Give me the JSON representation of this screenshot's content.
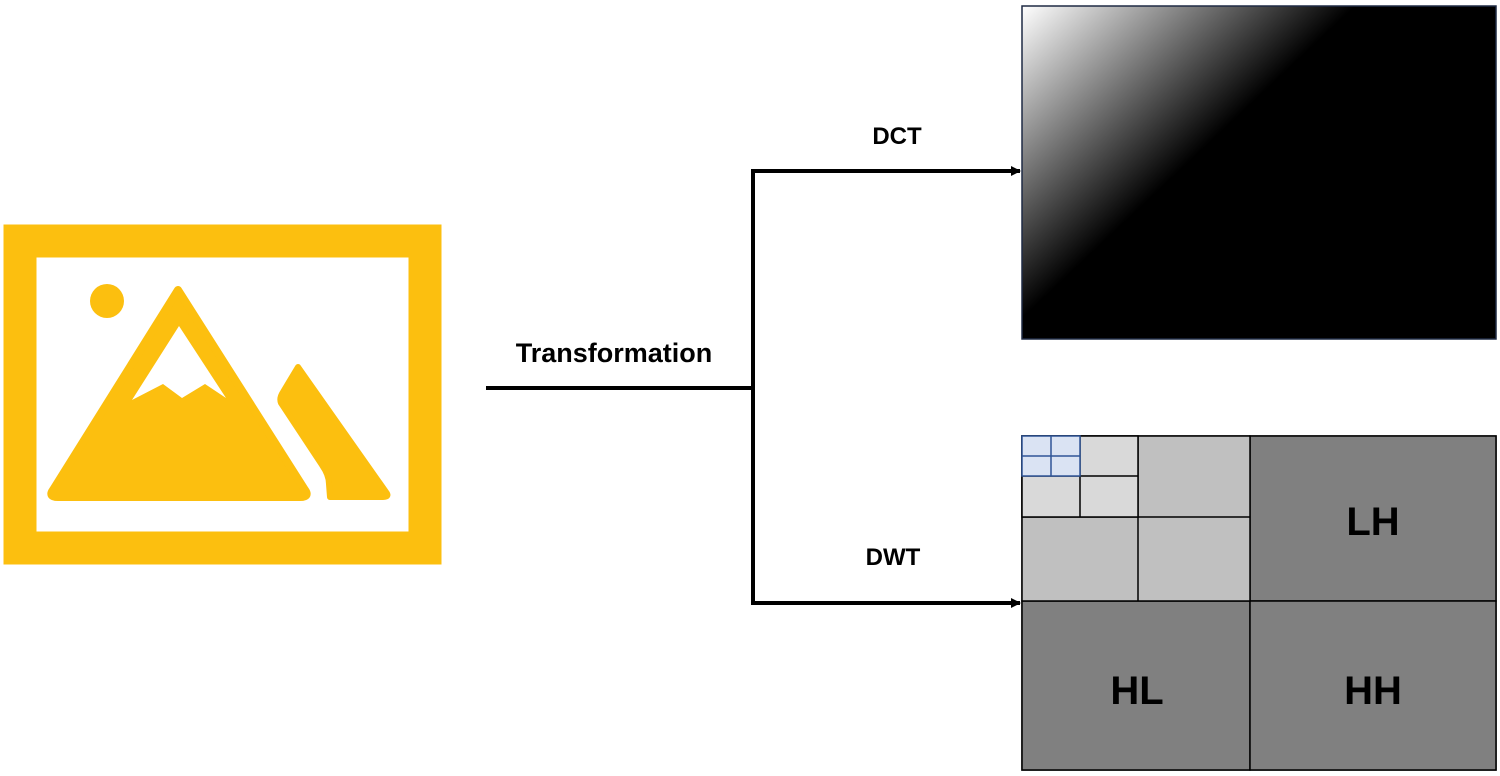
{
  "diagram": {
    "transform_label": "Transformation",
    "dct_label": "DCT",
    "dwt_label": "DWT",
    "subbands": {
      "lh": "LH",
      "hl": "HL",
      "hh": "HH"
    }
  },
  "colors": {
    "image_icon": "#fcbf0f",
    "arrow": "#000000",
    "dct_gradient_light": "#ffffff",
    "dct_gradient_dark": "#000000",
    "dwt_high_band": "#808080",
    "dwt_mid_band": "#c0c0c0",
    "dwt_low_band": "#d9d9d9",
    "dwt_finest_band": "#dae3f3",
    "dwt_finest_border": "#2f5597"
  },
  "icons": {
    "input_image": "image-icon"
  }
}
